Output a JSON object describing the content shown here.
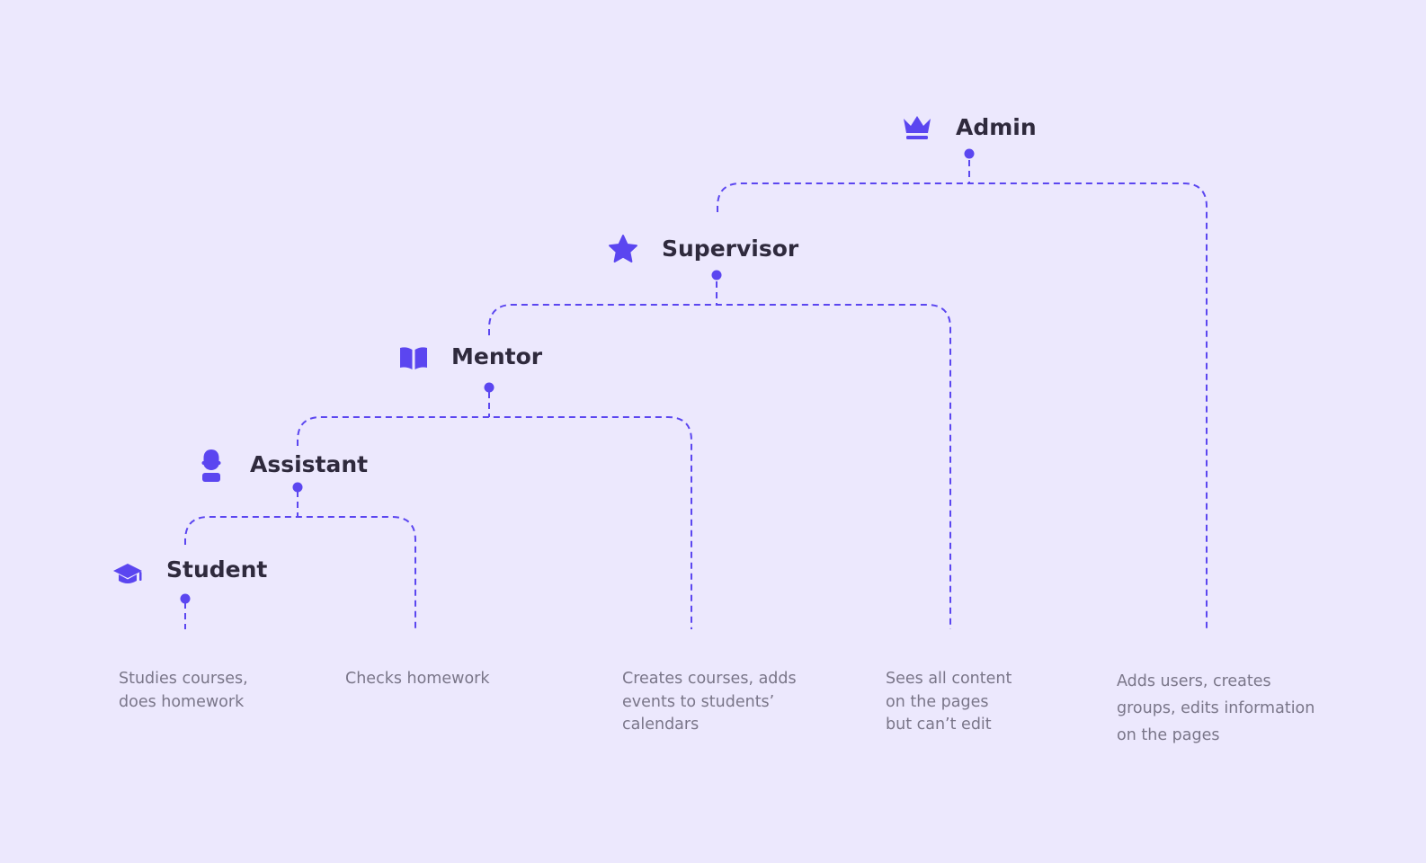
{
  "colors": {
    "background": "#ECE8FD",
    "accent": "#5B46F0",
    "label_text": "#2F2A3D",
    "description_text": "#7A7689"
  },
  "roles": {
    "admin": {
      "label": "Admin",
      "icon": "crown-icon"
    },
    "supervisor": {
      "label": "Supervisor",
      "icon": "star-icon"
    },
    "mentor": {
      "label": "Mentor",
      "icon": "open-book-icon"
    },
    "assistant": {
      "label": "Assistant",
      "icon": "person-icon"
    },
    "student": {
      "label": "Student",
      "icon": "graduation-cap-icon"
    }
  },
  "descriptions": {
    "student": [
      "Studies courses,",
      "does homework"
    ],
    "assistant": [
      "Checks homework"
    ],
    "mentor": [
      "Creates courses, adds",
      "events to students’",
      "calendars"
    ],
    "supervisor": [
      "Sees all content",
      "on the pages",
      "but can’t edit"
    ],
    "admin": [
      "Adds users, creates",
      "groups, edits information",
      "on the pages"
    ]
  }
}
